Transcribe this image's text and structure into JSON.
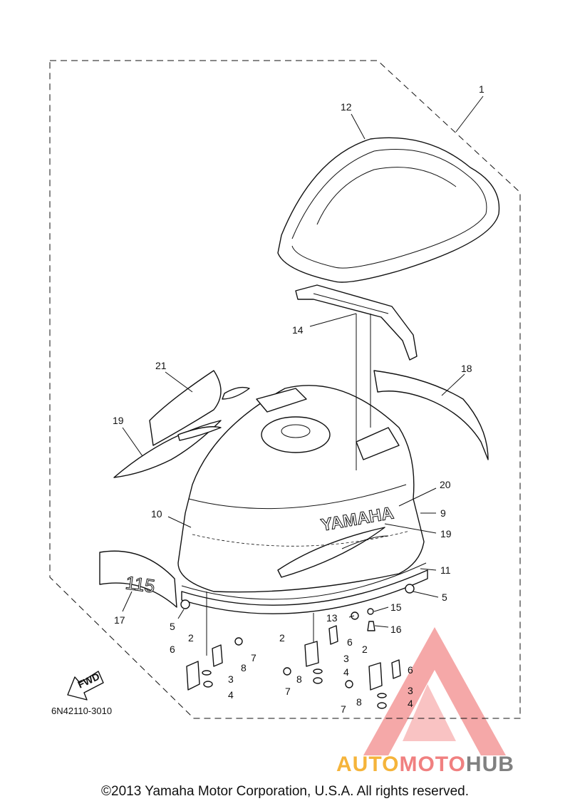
{
  "diagram": {
    "reference_code": "6N42110-3010",
    "copyright": "©2013 Yamaha Motor Corporation, U.S.A. All rights reserved.",
    "decal_brand": "YAMAHA",
    "decal_model": "115",
    "fwd_label": "FWD",
    "callouts": [
      "1",
      "12",
      "14",
      "21",
      "18",
      "19",
      "20",
      "10",
      "9",
      "19",
      "11",
      "5",
      "17",
      "5",
      "13",
      "15",
      "16",
      "2",
      "6",
      "7",
      "8",
      "3",
      "4",
      "2",
      "6",
      "3",
      "4",
      "8",
      "7",
      "2",
      "6",
      "3",
      "4",
      "8",
      "7"
    ]
  },
  "watermark": {
    "part1": "AUTO",
    "part2": "MOTO",
    "part3": "HUB",
    "colors": {
      "auto": "#f5b43b",
      "moto": "#f08080",
      "hub": "#808080",
      "triangle": "#f28b8b"
    }
  }
}
